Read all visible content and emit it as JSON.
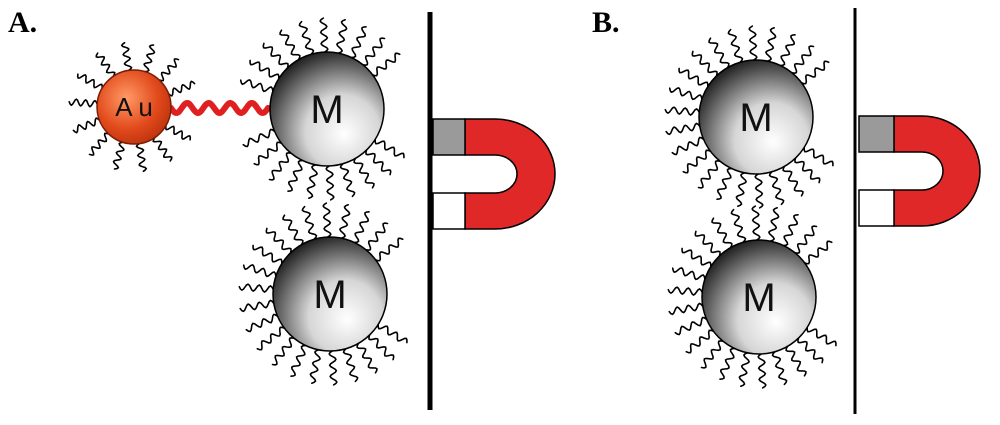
{
  "panels": {
    "a": {
      "label": "A.",
      "gold_label": "A u",
      "particle_labels": [
        "M",
        "M"
      ]
    },
    "b": {
      "label": "B.",
      "particle_labels": [
        "M",
        "M"
      ]
    }
  },
  "colors": {
    "gold_particle": "#e04a1e",
    "linker": "#e02020",
    "magnet_body": "#e02828",
    "magnet_pole_top": "#9a9a9a",
    "magnet_pole_bottom": "#ffffff",
    "wall": "#000000"
  }
}
